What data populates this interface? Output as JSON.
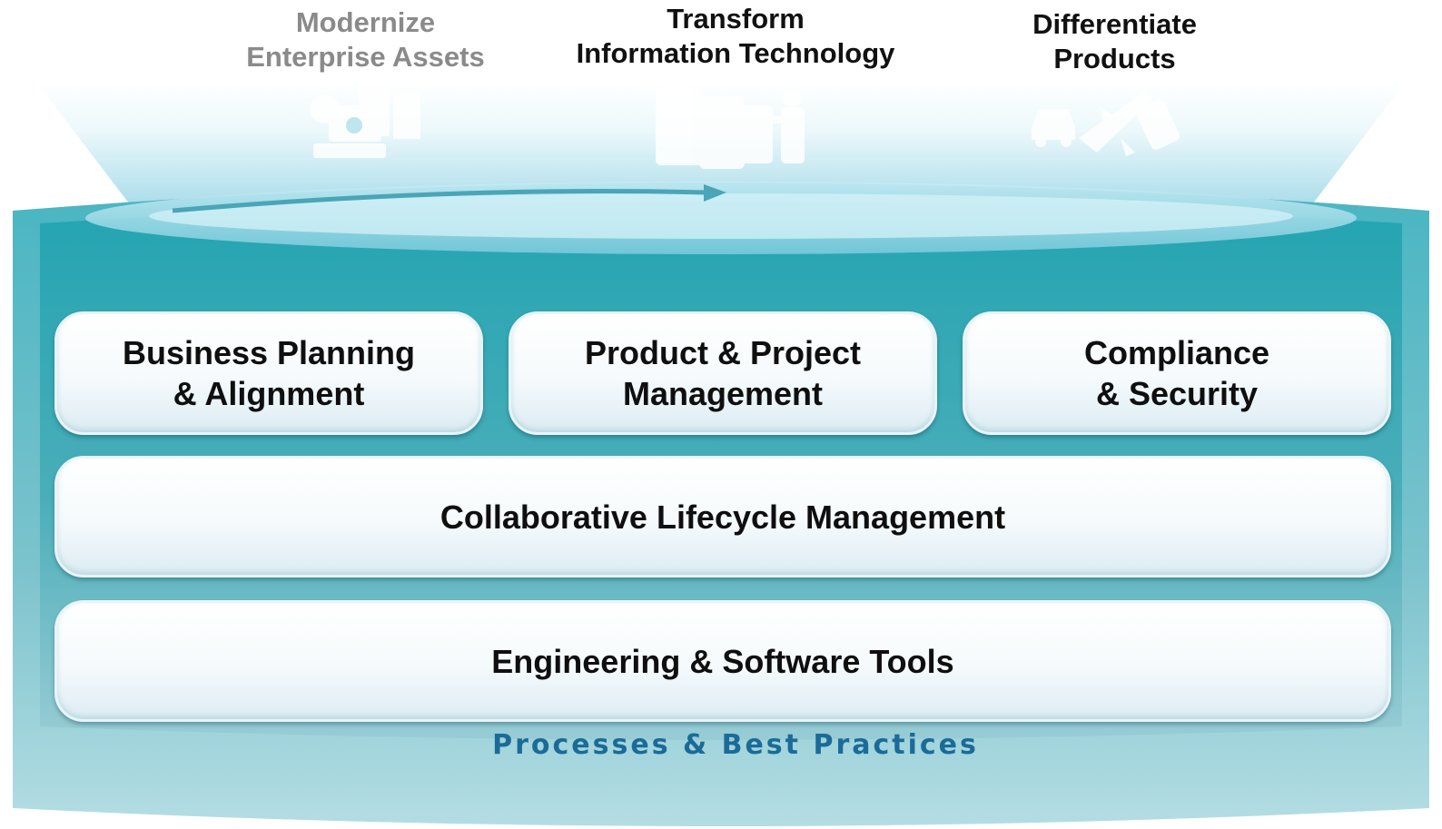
{
  "goals": {
    "modernize": {
      "line1": "Modernize",
      "line2": "Enterprise Assets",
      "color": "#8a8a8a",
      "icon": "computer-and-documents-icon"
    },
    "transform": {
      "line1": "Transform",
      "line2": "Information Technology",
      "color": "#111111",
      "icon": "servers-and-person-icon"
    },
    "differentiate": {
      "line1": "Differentiate",
      "line2": "Products",
      "color": "#111111",
      "icon": "car-airplane-phone-icon"
    }
  },
  "layers": {
    "business": {
      "line1": "Business Planning",
      "line2": "& Alignment"
    },
    "product": {
      "line1": "Product & Project",
      "line2": "Management"
    },
    "compliance": {
      "line1": "Compliance",
      "line2": "& Security"
    },
    "clm": {
      "label": "Collaborative Lifecycle Management"
    },
    "eng": {
      "label": "Engineering & Software Tools"
    }
  },
  "footer": {
    "label": "Processes & Best Practices"
  },
  "colors": {
    "cylinder_teal": "#24a3b0",
    "cylinder_light": "#a9d8df",
    "beam_light": "#dff3f8",
    "footer_text": "#1b6b98"
  }
}
